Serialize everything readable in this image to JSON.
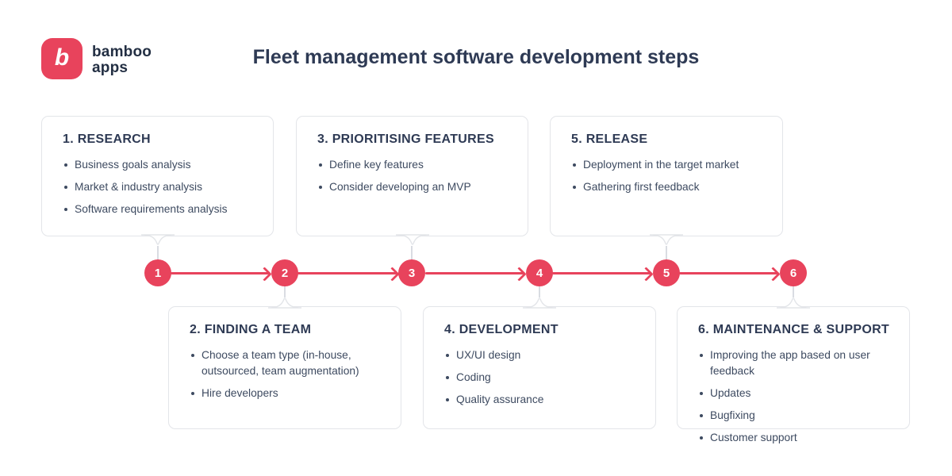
{
  "page": {
    "title": "Fleet management software development steps"
  },
  "logo": {
    "glyph": "b",
    "brand_line1": "bamboo",
    "brand_line2": "apps"
  },
  "colors": {
    "accent": "#e8435c",
    "heading": "#2e3a54",
    "body": "#3d4a60",
    "border": "#e3e5e9",
    "connector": "#d9dce2",
    "card_bg": "#ffffff"
  },
  "steps": [
    {
      "number": "1",
      "title": "1. RESEARCH",
      "position": "top",
      "bullets": [
        "Business goals analysis",
        "Market & industry analysis",
        "Software requirements analysis"
      ]
    },
    {
      "number": "2",
      "title": "2. FINDING A TEAM",
      "position": "bottom",
      "bullets": [
        "Choose a team type (in-house, outsourced, team augmentation)",
        "Hire developers"
      ]
    },
    {
      "number": "3",
      "title": "3. PRIORITISING FEATURES",
      "position": "top",
      "bullets": [
        "Define key features",
        "Consider developing an MVP"
      ]
    },
    {
      "number": "4",
      "title": "4. DEVELOPMENT",
      "position": "bottom",
      "bullets": [
        "UX/UI design",
        "Coding",
        "Quality assurance"
      ]
    },
    {
      "number": "5",
      "title": "5. RELEASE",
      "position": "top",
      "bullets": [
        "Deployment in the target market",
        "Gathering first feedback"
      ]
    },
    {
      "number": "6",
      "title": "6. MAINTENANCE & SUPPORT",
      "position": "bottom",
      "bullets": [
        "Improving the app based on user feedback",
        "Updates",
        "Bugfixing",
        "Customer support"
      ]
    }
  ]
}
